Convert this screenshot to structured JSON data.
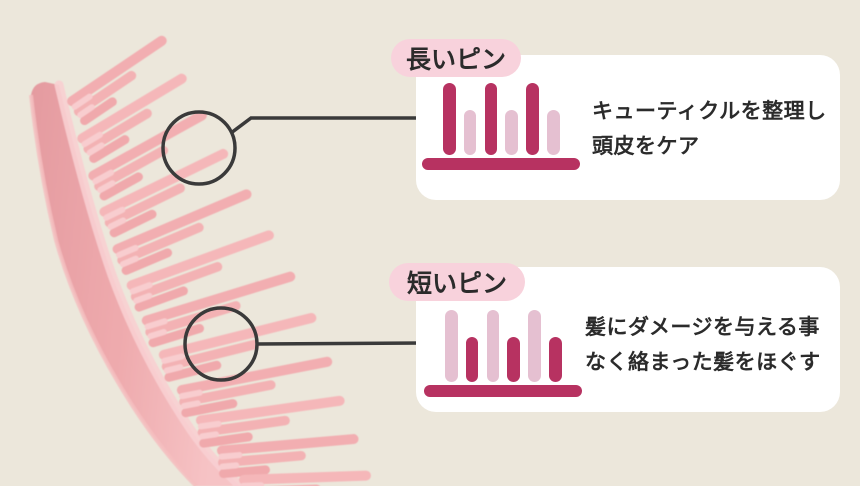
{
  "figure": {
    "description": "Side-view photo of a pink detangling hairbrush with rows of long and short pins, annotated with two magnifier circles"
  },
  "colors": {
    "background": "#ece7db",
    "card": "#ffffff",
    "badge_bg": "#f8d2dc",
    "accent_dark": "#b73261",
    "accent_light": "#e5c0d1",
    "annotation_line": "#3a3a3a",
    "text": "#2b2b2b",
    "brush_body": "#eca6a9",
    "brush_pin": "#f2aeb1",
    "brush_pin_light": "#f8cdcf"
  },
  "callouts": [
    {
      "id": "long-pins",
      "badge": "長いピン",
      "description_lines": [
        "キューティクルを整理し",
        "頭皮をケア"
      ],
      "pictogram": {
        "highlight": "tall",
        "bars": [
          {
            "size": "tall",
            "tone": "dark"
          },
          {
            "size": "short",
            "tone": "light"
          },
          {
            "size": "tall",
            "tone": "dark"
          },
          {
            "size": "short",
            "tone": "light"
          },
          {
            "size": "tall",
            "tone": "dark"
          },
          {
            "size": "short",
            "tone": "light"
          }
        ]
      }
    },
    {
      "id": "short-pins",
      "badge": "短いピン",
      "description_lines": [
        "髪にダメージを与える事",
        "なく絡まった髪をほぐす"
      ],
      "pictogram": {
        "highlight": "short",
        "bars": [
          {
            "size": "tall",
            "tone": "light"
          },
          {
            "size": "short",
            "tone": "dark"
          },
          {
            "size": "tall",
            "tone": "light"
          },
          {
            "size": "short",
            "tone": "dark"
          },
          {
            "size": "tall",
            "tone": "light"
          },
          {
            "size": "short",
            "tone": "dark"
          }
        ]
      }
    }
  ]
}
